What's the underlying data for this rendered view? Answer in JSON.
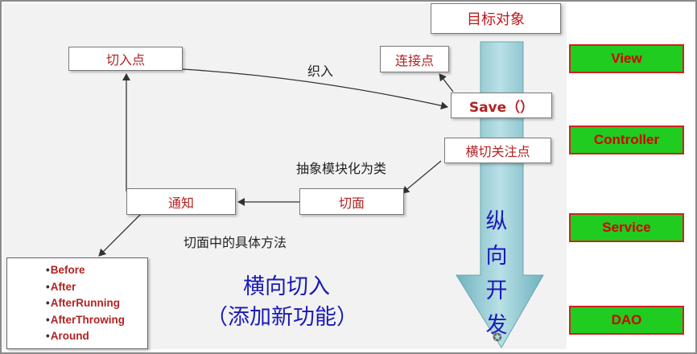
{
  "target_object": "目标对象",
  "joinpoint": "切入点",
  "weaving_label": "织入",
  "connection_point": "连接点",
  "save_method": "Save（）",
  "crosscutting_concern": "横切关注点",
  "abstraction_label": "抽象模块化为类",
  "advice": "通知",
  "aspect": "切面",
  "aspect_method_label": "切面中的具体方法",
  "advice_types": [
    "Before",
    "After",
    "AfterRunning",
    "AfterThrowing",
    "Around"
  ],
  "horizontal_title": "横向切入",
  "horizontal_subtitle": "（添加新功能）",
  "vertical_chars": [
    "纵",
    "向",
    "开",
    "发"
  ],
  "layers": [
    "View",
    "Controller",
    "Service",
    "DAO"
  ],
  "colors": {
    "layer_fill": "#1fcc1f",
    "layer_border": "#d32020",
    "layer_text": "#d40000",
    "box_text": "#b22222",
    "blue_text": "#1a1ab8",
    "arrow_fill": "#7fbfc8"
  }
}
